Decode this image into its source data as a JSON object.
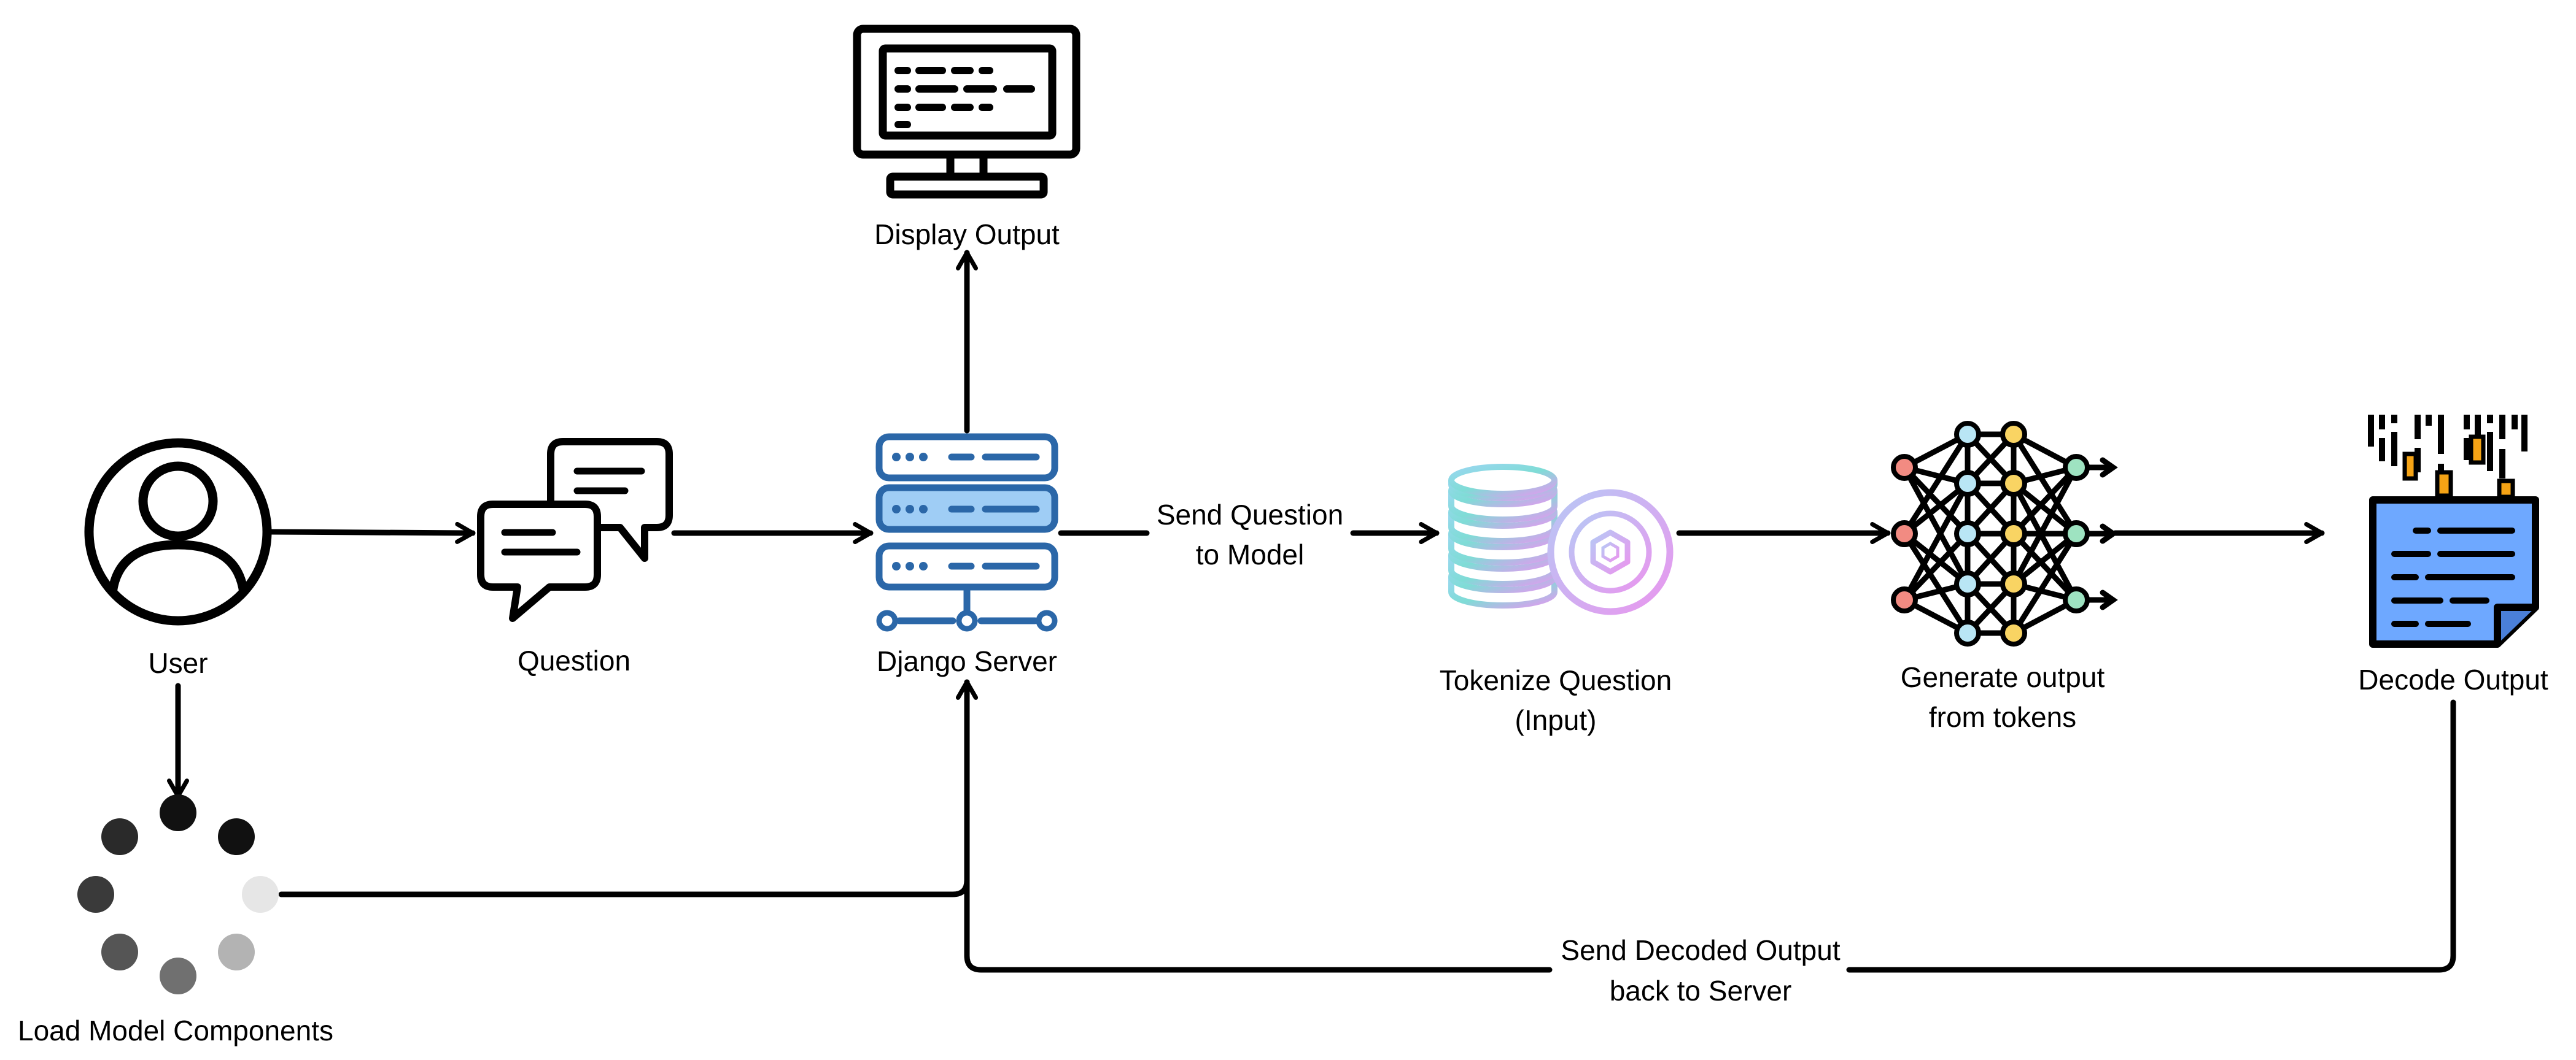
{
  "nodes": {
    "user": {
      "label": "User"
    },
    "question": {
      "label": "Question"
    },
    "server": {
      "label": "Django Server"
    },
    "display": {
      "label": "Display Output"
    },
    "tokenize": {
      "line1": "Tokenize Question",
      "line2": "(Input)"
    },
    "generate": {
      "line1": "Generate output",
      "line2": "from tokens"
    },
    "decode": {
      "label": "Decode Output"
    },
    "load": {
      "label": "Load Model Components"
    }
  },
  "edges": {
    "send_question": {
      "line1": "Send Question",
      "line2": "to Model"
    },
    "send_decoded": {
      "line1": "Send Decoded Output",
      "line2": "back to Server"
    }
  },
  "colors": {
    "line": "#000000",
    "server_blue": "#2b67a8",
    "server_fill": "#9fcdf5",
    "doc_blue": "#6ea8ff",
    "accent_orange": "#f5a315"
  }
}
